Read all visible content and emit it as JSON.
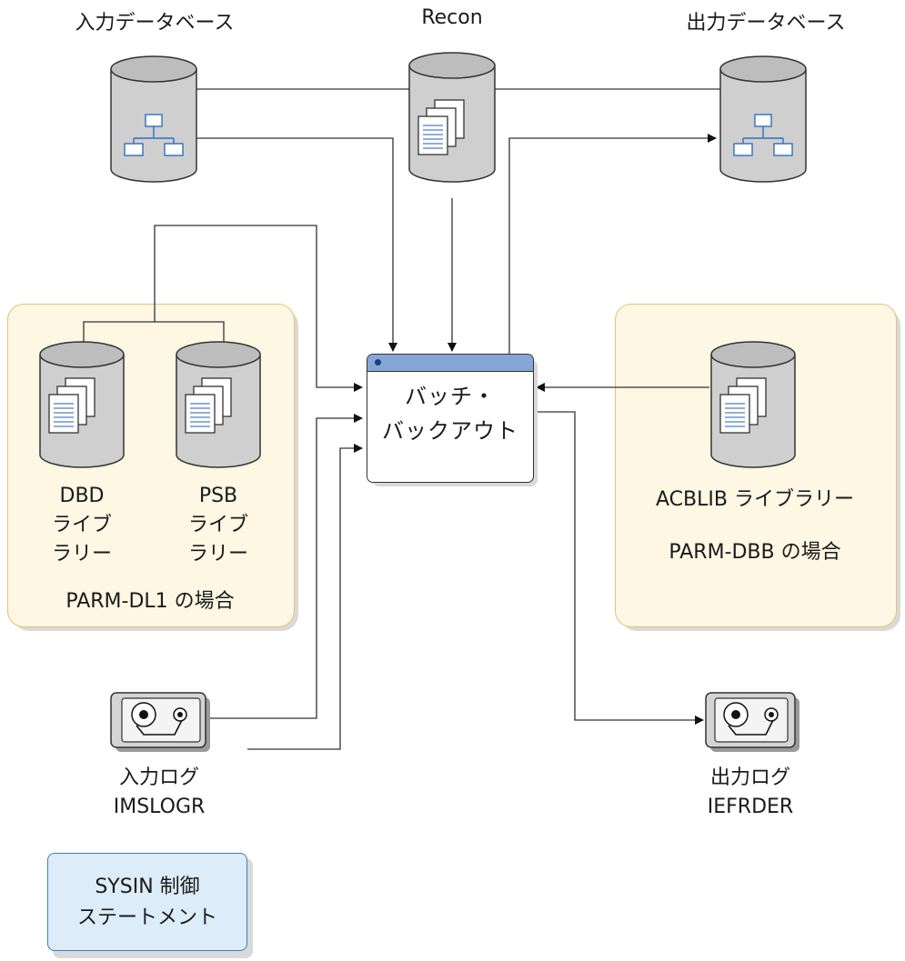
{
  "labels": {
    "input_db": "入力データベース",
    "recon": "Recon",
    "output_db": "出力データベース",
    "batch_line1": "バッチ・",
    "batch_line2": "バックアウト",
    "dbd_line1": "DBD",
    "dbd_line2": "ライブ",
    "dbd_line3": "ラリー",
    "psb_line1": "PSB",
    "psb_line2": "ライブ",
    "psb_line3": "ラリー",
    "parm_dl1": "PARM-DL1 の場合",
    "acblib": "ACBLIB ライブラリー",
    "parm_dbb": "PARM-DBB の場合",
    "input_log_line1": "入力ログ",
    "input_log_line2": "IMSLOGR",
    "output_log_line1": "出力ログ",
    "output_log_line2": "IEFRDER",
    "sysin_line1": "SYSIN 制御",
    "sysin_line2": "ステートメント"
  },
  "icons": {
    "database": "database-cylinder-icon",
    "tape": "tape-reel-icon",
    "document_stack": "document-stack-icon",
    "hierarchy": "hierarchy-icon"
  },
  "colors": {
    "panel_fill": "#fdf7e3",
    "panel_border": "#e8bf7a",
    "cylinder_top": "#bdbdbd",
    "cylinder_body": "#cfcfcf",
    "window_title": "#86a6d6",
    "sysin_fill": "#dcecf8",
    "sysin_border": "#3b7dc4",
    "hierarchy_stroke": "#2f6fc0"
  }
}
